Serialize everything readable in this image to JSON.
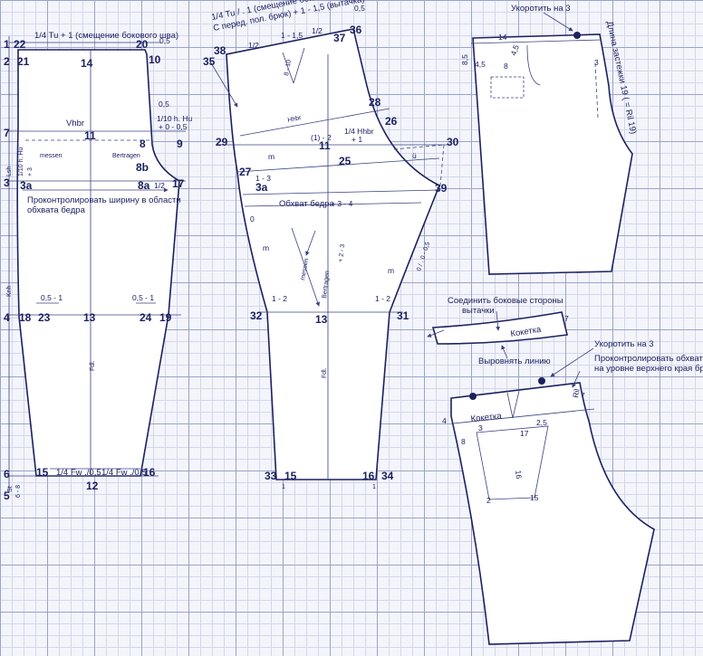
{
  "colors": {
    "ink": "#1c2160",
    "grid_major": "#9aa3c9",
    "grid_minor": "#d3d7ea",
    "paper": "#ffffff"
  },
  "front": {
    "points": {
      "p1": "1",
      "p22": "22",
      "p20": "20",
      "p2": "2",
      "p21": "21",
      "p14": "14",
      "p10": "10",
      "p7": "7",
      "p11": "11",
      "p8": "8",
      "p9": "9",
      "p8b": "8b",
      "p3": "3",
      "p3a": "3a",
      "p8a": "8a",
      "p17": "17",
      "p4": "4",
      "p18": "18",
      "p23": "23",
      "p13": "13",
      "p24": "24",
      "p19": "19",
      "p6": "6",
      "p15": "15",
      "p16": "16",
      "p12": "12",
      "p5": "5"
    },
    "top_note": "1/4 Tu + 1 (смещение бокового шва)",
    "v05a": "0,5",
    "v05b": "0,5",
    "hu_note1": "1/10 h. Hu",
    "hu_note2": "+ 0 - 0,5",
    "vhbr": "Vhbr",
    "messen": "messen",
    "bertragen": "Bertragen",
    "half": "1/2",
    "hu_side": "1/10 h. Hu",
    "plus3": "+ 3",
    "control_note1": "Проконтролировать ширину в области",
    "control_note2": "обхвата бедра",
    "v051a": "0,5 - 1",
    "v051b": "0,5 - 1",
    "lsh": "Lsh",
    "knh": "Knh",
    "fdl": "Fdl.",
    "st": "St",
    "st_val": "6 - 8",
    "fw_left": "1/4 Fw ./0,5",
    "fw_right": "1/4 Fw ./0,5"
  },
  "back": {
    "points": {
      "p38": "38",
      "p37": "37",
      "p36": "36",
      "p35": "35",
      "p28": "28",
      "p26": "26",
      "p29": "29",
      "p11": "11",
      "p30": "30",
      "p25": "25",
      "p27": "27",
      "p3a": "3a",
      "p39": "39",
      "p32": "32",
      "p13": "13",
      "p31": "31",
      "p33": "33",
      "p15": "15",
      "p16": "16",
      "p34": "34"
    },
    "top_note1": "1/4 Tu / . 1 (смещение бок. шва",
    "top_note2": "С перед. пол. брюк) + 1 - 1,5 (вытачка)",
    "v05": "0,5",
    "half_a": "1/2",
    "half_b": "1/2",
    "dart": "1 - 1,5",
    "dart_len": "8 - 10",
    "hhbr": "Hhbr",
    "hhbr_note1": "1/4 Hhbr",
    "hhbr_note2": "+ 1",
    "neg2": "(1) - 2",
    "m": "m",
    "u": "ü",
    "one3": "1 - 3",
    "hip": "Обхват бедра",
    "hip_plus": "+ 3 - 4",
    "zero": "0",
    "zero05": "0 / . 0 - 0,5",
    "messen": "messen",
    "bertragen": "Bertragen",
    "plus23": "+ 2 - 3",
    "one2a": "1 - 2",
    "one2b": "1 - 2",
    "fdl": "Fdl.",
    "one_a": "1",
    "one_b": "1"
  },
  "short1": {
    "shorten": "Укоротить на 3",
    "waist": "14",
    "v85": "8,5",
    "v45a": "4,5",
    "v45b": "4,5",
    "v8": "8",
    "v3": "3",
    "zipper": "Длина застежки 19 ( = Ril 19)"
  },
  "yoke1": {
    "join1": "Соединить боковые стороны",
    "join2": "вытачки",
    "title": "Кокетка",
    "v7": "7",
    "align": "Выровнять линию"
  },
  "short2": {
    "shorten": "Укоротить на 3",
    "control1": "Проконтролировать обхват",
    "control2": "на уровне верхнего края брюк",
    "ril": "Ril",
    "v7": "7",
    "v4": "4",
    "yoke": "Кокетка",
    "v3": "3",
    "v17": "17",
    "v25": "2,5",
    "v8": "8",
    "v16": "16",
    "v2": "2",
    "v15": "15"
  }
}
